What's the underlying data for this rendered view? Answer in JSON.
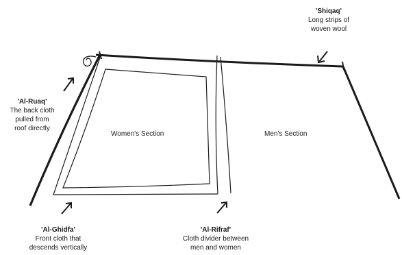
{
  "diagram": {
    "sections": {
      "women": "Women's Section",
      "men": "Men's Section"
    },
    "callouts": {
      "shiqaq": {
        "title": "'Shiqaq'",
        "line1": "Long strips of",
        "line2": "woven wool"
      },
      "ruaq": {
        "title": "'Al-Ruaq'",
        "line1": "The back cloth",
        "line2": "pulled from",
        "line3": "roof directly"
      },
      "ghidfa": {
        "title": "'Al-Ghidfa'",
        "line1": "Front cloth that",
        "line2": "descends vertically"
      },
      "rifraf": {
        "title": "'Al-Rifraf'",
        "line1": "Cloth divider between",
        "line2": "men and women"
      }
    },
    "colors": {
      "ink": "#1a1a1a"
    }
  }
}
